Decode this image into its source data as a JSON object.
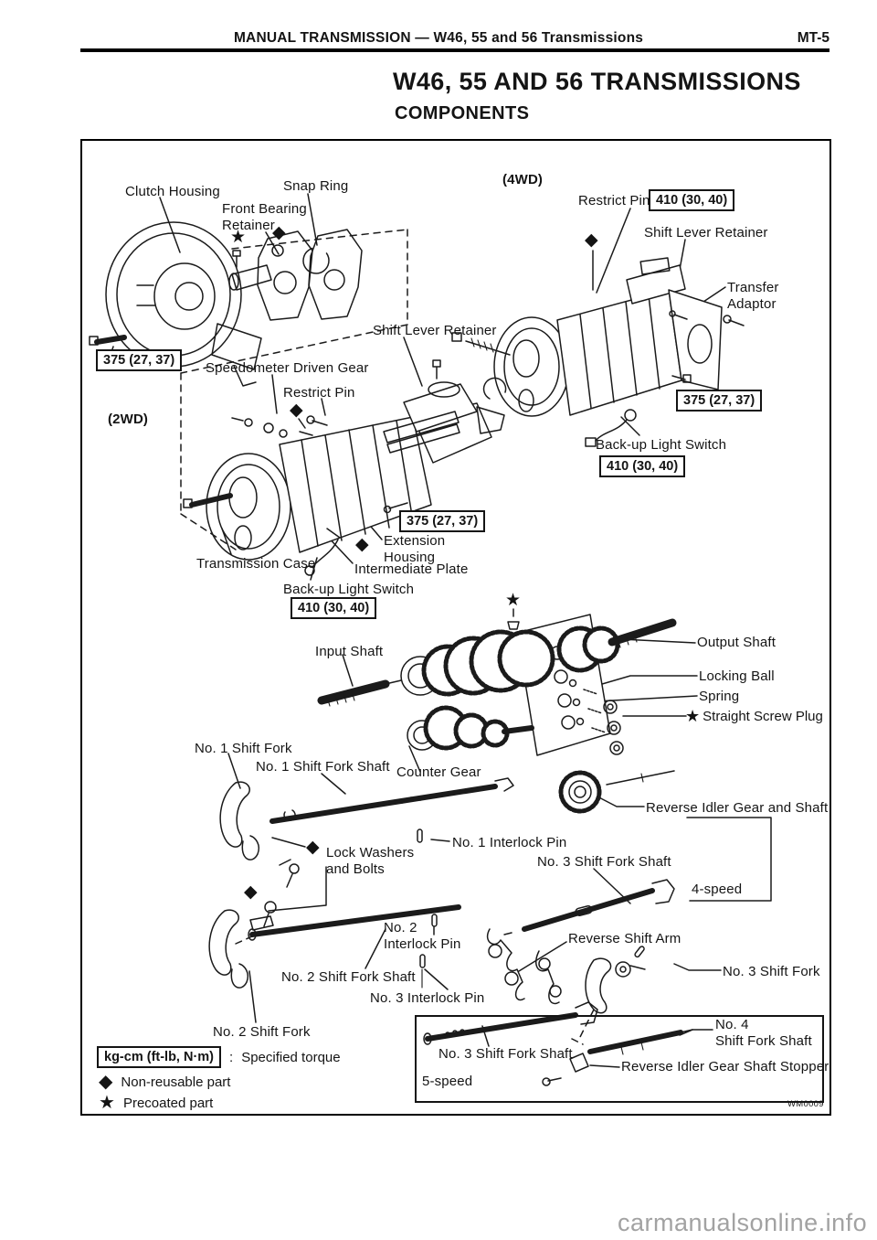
{
  "header": {
    "left": "MANUAL TRANSMISSION — W46, 55 and 56 Transmissions",
    "page_code": "MT-5"
  },
  "title": "W46, 55 AND 56 TRANSMISSIONS",
  "subtitle": "COMPONENTS",
  "figure": {
    "code": "WM0009",
    "groups": {
      "g2wd": "(2WD)",
      "g4wd": "(4WD)",
      "speed4": "4-speed",
      "speed5": "5-speed"
    },
    "torques": {
      "t375": "375 (27, 37)",
      "t410": "410 (30, 40)"
    },
    "symbols": {
      "diamond": "◆",
      "star": "★"
    },
    "parts": {
      "clutch_housing": "Clutch Housing",
      "snap_ring": "Snap Ring",
      "front_bearing_retainer": "Front Bearing\nRetainer",
      "restrict_pin": "Restrict Pin",
      "shift_lever_retainer": "Shift Lever Retainer",
      "transfer_adaptor": "Transfer Adaptor",
      "speedometer_driven_gear": "Speedometer Driven Gear",
      "backup_light_switch": "Back-up Light Switch",
      "extension_housing": "Extension\nHousing",
      "transmission_case": "Transmission Case",
      "intermediate_plate": "Intermediate Plate",
      "input_shaft": "Input Shaft",
      "output_shaft": "Output Shaft",
      "locking_ball": "Locking Ball",
      "spring": "Spring",
      "straight_screw_plug": "Straight Screw Plug",
      "no1_shift_fork": "No. 1 Shift Fork",
      "no1_shift_fork_shaft": "No. 1 Shift Fork Shaft",
      "counter_gear": "Counter Gear",
      "reverse_idler_gear_and_shaft": "Reverse Idler Gear and Shaft",
      "lock_washers_and_bolts": "Lock Washers\nand Bolts",
      "no1_interlock_pin": "No. 1 Interlock Pin",
      "no2_interlock_pin": "No. 2\nInterlock Pin",
      "no3_interlock_pin": "No. 3 Interlock Pin",
      "no2_shift_fork_shaft": "No. 2 Shift Fork Shaft",
      "no3_shift_fork_shaft": "No. 3 Shift Fork Shaft",
      "no4_shift_fork_shaft": "No. 4\nShift Fork Shaft",
      "reverse_shift_arm": "Reverse Shift Arm",
      "no2_shift_fork": "No. 2 Shift Fork",
      "no3_shift_fork": "No. 3 Shift Fork",
      "reverse_idler_gear_shaft_stopper": "Reverse Idler Gear Shaft Stopper"
    }
  },
  "legend": {
    "torque_box": "kg-cm (ft-lb, N·m)",
    "colon": ":",
    "torque_desc": "Specified torque",
    "non_reusable": "Non-reusable part",
    "precoated": "Precoated part"
  },
  "watermark": "carmanualsonline.info"
}
